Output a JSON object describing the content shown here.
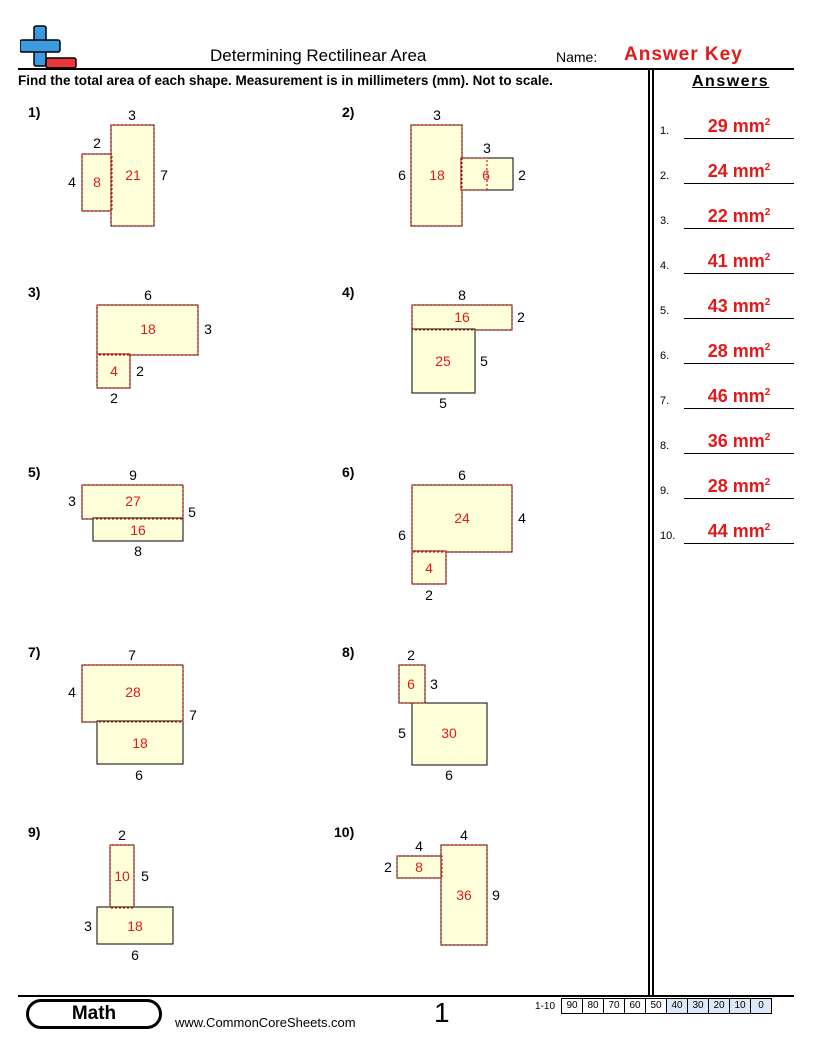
{
  "header": {
    "title": "Determining Rectilinear Area",
    "name_label": "Name:",
    "answer_key": "Answer Key",
    "instructions": "Find the total area of each shape. Measurement is in millimeters (mm). Not to scale."
  },
  "colors": {
    "accent_red": "#e01b1b",
    "shape_fill": "#ffffd9",
    "logo_blue": "#3a9be0",
    "scale_blue": "#dce9f8"
  },
  "answers_panel": {
    "title": "Answers",
    "unit": "mm",
    "exponent": "2",
    "items": [
      {
        "num": "1.",
        "value": "29"
      },
      {
        "num": "2.",
        "value": "24"
      },
      {
        "num": "3.",
        "value": "22"
      },
      {
        "num": "4.",
        "value": "41"
      },
      {
        "num": "5.",
        "value": "43"
      },
      {
        "num": "6.",
        "value": "28"
      },
      {
        "num": "7.",
        "value": "46"
      },
      {
        "num": "8.",
        "value": "36"
      },
      {
        "num": "9.",
        "value": "28"
      },
      {
        "num": "10.",
        "value": "44"
      }
    ]
  },
  "problems": [
    {
      "num": "1)",
      "labels": [
        "3",
        "2",
        "4",
        "7",
        "21",
        "8"
      ]
    },
    {
      "num": "2)",
      "labels": [
        "3",
        "3",
        "6",
        "2",
        "18",
        "6"
      ]
    },
    {
      "num": "3)",
      "labels": [
        "6",
        "3",
        "2",
        "2",
        "18",
        "4"
      ]
    },
    {
      "num": "4)",
      "labels": [
        "8",
        "2",
        "5",
        "5",
        "16",
        "25"
      ]
    },
    {
      "num": "5)",
      "labels": [
        "9",
        "3",
        "5",
        "8",
        "27",
        "16"
      ]
    },
    {
      "num": "6)",
      "labels": [
        "6",
        "4",
        "6",
        "2",
        "24",
        "4"
      ]
    },
    {
      "num": "7)",
      "labels": [
        "7",
        "4",
        "7",
        "6",
        "28",
        "18"
      ]
    },
    {
      "num": "8)",
      "labels": [
        "2",
        "3",
        "5",
        "6",
        "6",
        "30"
      ]
    },
    {
      "num": "9)",
      "labels": [
        "2",
        "5",
        "3",
        "6",
        "10",
        "18"
      ]
    },
    {
      "num": "10)",
      "labels": [
        "4",
        "4",
        "2",
        "9",
        "8",
        "36"
      ]
    }
  ],
  "footer": {
    "subject": "Math",
    "website": "www.CommonCoreSheets.com",
    "page": "1",
    "scale_label": "1-10",
    "scale": [
      "90",
      "80",
      "70",
      "60",
      "50",
      "40",
      "30",
      "20",
      "10",
      "0"
    ]
  }
}
